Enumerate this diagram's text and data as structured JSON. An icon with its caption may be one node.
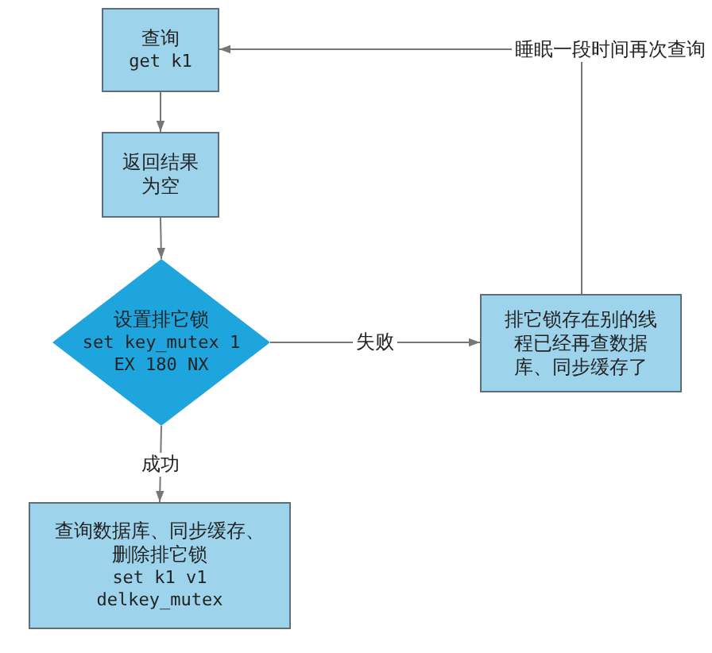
{
  "diagram": {
    "nodes": [
      {
        "text": [
          "查询",
          "get k1"
        ]
      },
      {
        "text": [
          "返回结果为空"
        ]
      },
      {
        "text": [
          "设置排它锁",
          "set key_mutex 1 EX 180 NX"
        ]
      },
      {
        "text": [
          "排它锁存在别的线程已经再查数据库、同步缓存了"
        ]
      },
      {
        "text": [
          "查询数据库、同步缓存、删除排它锁",
          "set k1 v1 delkey_mutex"
        ]
      }
    ],
    "edges": [
      {
        "from": 0,
        "to": 1,
        "arrow": "to"
      },
      {
        "from": 1,
        "to": 2,
        "arrow": "to"
      },
      {
        "from": 2,
        "to": 3,
        "arrow": "to",
        "label": "失败"
      },
      {
        "from": 2,
        "to": 4,
        "arrow": "to",
        "label": "成功"
      },
      {
        "from": 3,
        "to": 0,
        "arrow": "to",
        "label": "睡眠一段时间再次查询"
      }
    ]
  }
}
